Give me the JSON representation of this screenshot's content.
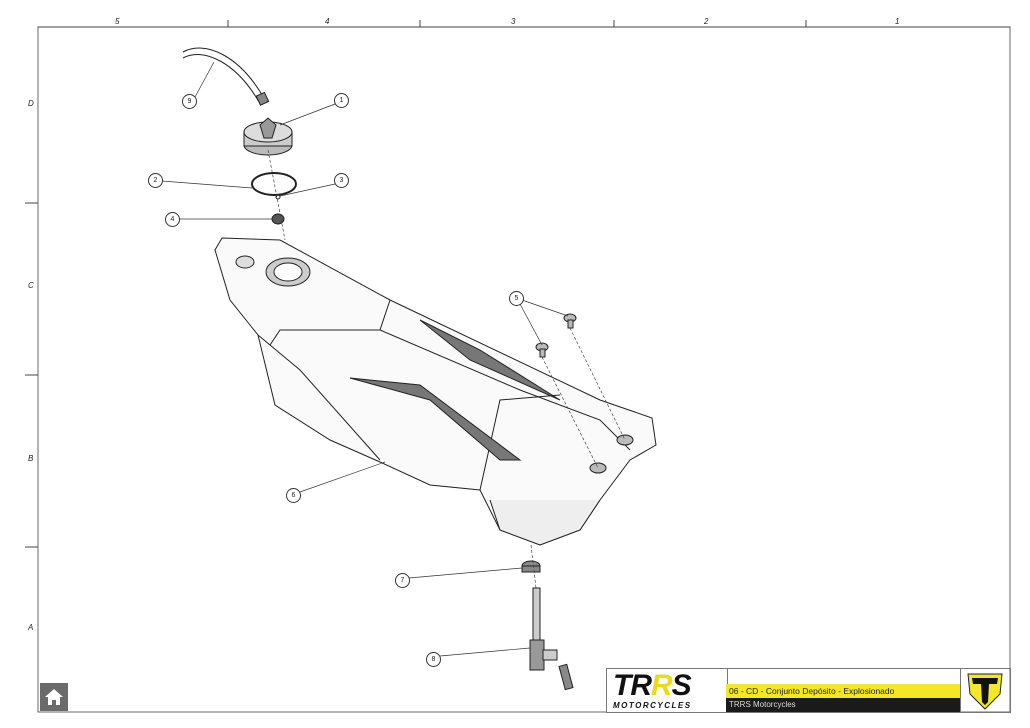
{
  "border": {
    "columns": [
      "5",
      "4",
      "3",
      "2",
      "1"
    ],
    "rows": [
      "D",
      "C",
      "B",
      "A"
    ]
  },
  "balloons": [
    "1",
    "2",
    "3",
    "4",
    "5",
    "6",
    "7",
    "8",
    "9"
  ],
  "title_block": {
    "logo_main": "TRRS",
    "logo_sub": "MOTORCYCLES",
    "title": "06 - CD - Conjunto Depósito - Explosionado",
    "company": "TRRS Motorcycles"
  },
  "colors": {
    "accent": "#f3e825",
    "dark": "#1a1a1a"
  }
}
